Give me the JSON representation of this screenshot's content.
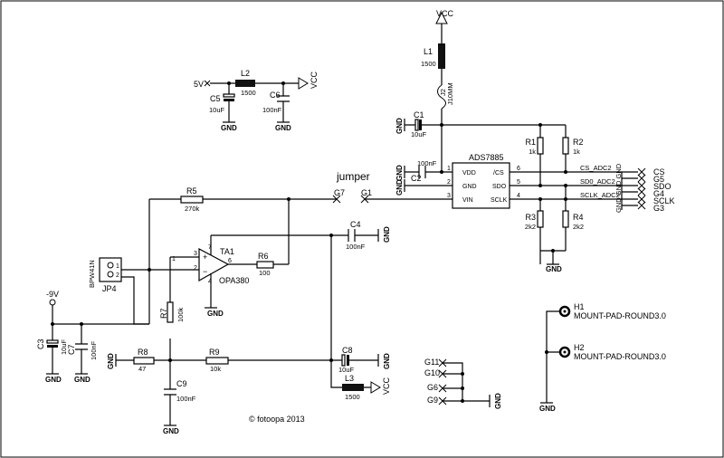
{
  "credit": "© fotoopa 2013",
  "labels": {
    "jumper": "jumper",
    "vcc_top": "VCC",
    "vcc_l2": "VCC",
    "vcc_l3": "VCC",
    "v5": "5V",
    "vneg9": "-9V",
    "gnd": "GND"
  },
  "components": {
    "l1": {
      "name": "L1",
      "value": "1500"
    },
    "l2": {
      "name": "L2",
      "value": "1500"
    },
    "l3": {
      "name": "L3",
      "value": "1500"
    },
    "j2": {
      "name": "J2",
      "value": "J10MM"
    },
    "c1": {
      "name": "C1",
      "value": "10uF"
    },
    "c2": {
      "name": "C2",
      "value": "100nF"
    },
    "c3": {
      "name": "C3",
      "value": "10uF"
    },
    "c4": {
      "name": "C4",
      "value": "100nF"
    },
    "c5": {
      "name": "C5",
      "value": "10uF"
    },
    "c6": {
      "name": "C6",
      "value": "100nF"
    },
    "c7": {
      "name": "C7",
      "value": "100nF"
    },
    "c8": {
      "name": "C8",
      "value": "10uF"
    },
    "c9": {
      "name": "C9",
      "value": "100nF"
    },
    "r1": {
      "name": "R1",
      "value": "1k"
    },
    "r2": {
      "name": "R2",
      "value": "1k"
    },
    "r3": {
      "name": "R3",
      "value": "2k2"
    },
    "r4": {
      "name": "R4",
      "value": "2k2"
    },
    "r5": {
      "name": "R5",
      "value": "270k"
    },
    "r6": {
      "name": "R6",
      "value": "100"
    },
    "r7": {
      "name": "R7",
      "value": "100k"
    },
    "r8": {
      "name": "R8",
      "value": "47"
    },
    "r9": {
      "name": "R9",
      "value": "10k"
    },
    "ta1": {
      "name": "TA1",
      "value": "OPA380",
      "pins": [
        "1",
        "2",
        "3",
        "4",
        "6",
        "7"
      ]
    },
    "adc": {
      "name": "ADS7885",
      "pins": [
        "VDD",
        "GND",
        "VIN",
        "/CS",
        "SDO",
        "SCLK"
      ],
      "pin_numbers": [
        "1",
        "2",
        "3",
        "6",
        "5",
        "4"
      ]
    },
    "jp4": {
      "name": "JP4",
      "value": "BPW41N",
      "pins": [
        "1",
        "2"
      ]
    },
    "h1": {
      "name": "H1",
      "value": "MOUNT-PAD-ROUND3.0"
    },
    "h2": {
      "name": "H2",
      "value": "MOUNT-PAD-ROUND3.0"
    }
  },
  "nets": {
    "cs_adc2": "CS_ADC2",
    "sdo_adc2": "SD0_ADC2",
    "sclk_adc2": "SCLK_ADC2",
    "gnd_stack": "GND GND GND"
  },
  "connectors": {
    "right": [
      "CS",
      "G5",
      "SDO",
      "G4",
      "SCLK",
      "G3"
    ],
    "bottom": [
      "G11",
      "G10",
      "G6",
      "G9"
    ],
    "g7": "G7",
    "g1": "G1"
  }
}
